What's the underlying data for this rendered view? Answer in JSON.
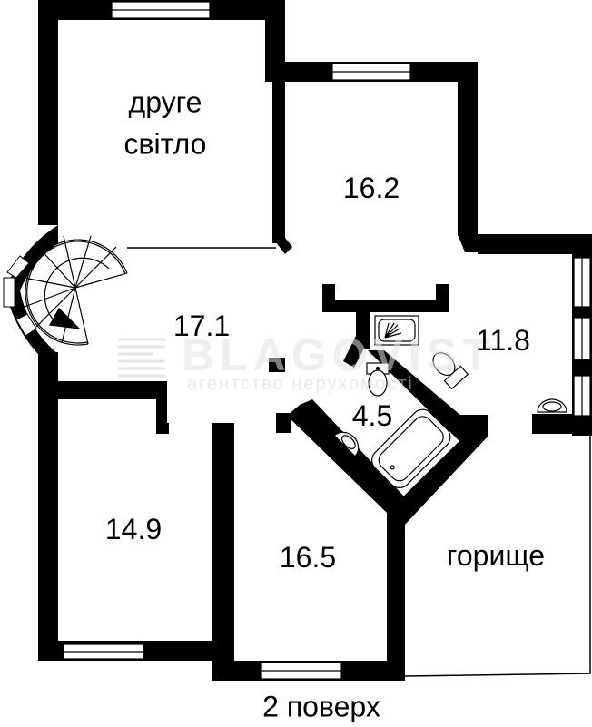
{
  "floor_plan": {
    "floor_label": "2 поверх",
    "rooms": [
      {
        "id": "second-light",
        "label_line1": "друге",
        "label_line2": "світло"
      },
      {
        "id": "room-16-2",
        "label": "16.2"
      },
      {
        "id": "hall-17-1",
        "label": "17.1"
      },
      {
        "id": "room-11-8",
        "label": "11.8"
      },
      {
        "id": "bathroom-4-5",
        "label": "4.5"
      },
      {
        "id": "room-14-9",
        "label": "14.9"
      },
      {
        "id": "room-16-5",
        "label": "16.5"
      },
      {
        "id": "attic",
        "label": "горище"
      }
    ],
    "fixtures": [
      "spiral-staircase",
      "shower-tray",
      "toilet",
      "toilet",
      "sink",
      "sink",
      "bathtub"
    ],
    "watermark": {
      "brand": "BLAGOVIST",
      "tagline": "агентство нерухомості"
    },
    "colors": {
      "wall": "#000000",
      "background": "#ffffff",
      "watermark": "#e0e0e0"
    }
  }
}
